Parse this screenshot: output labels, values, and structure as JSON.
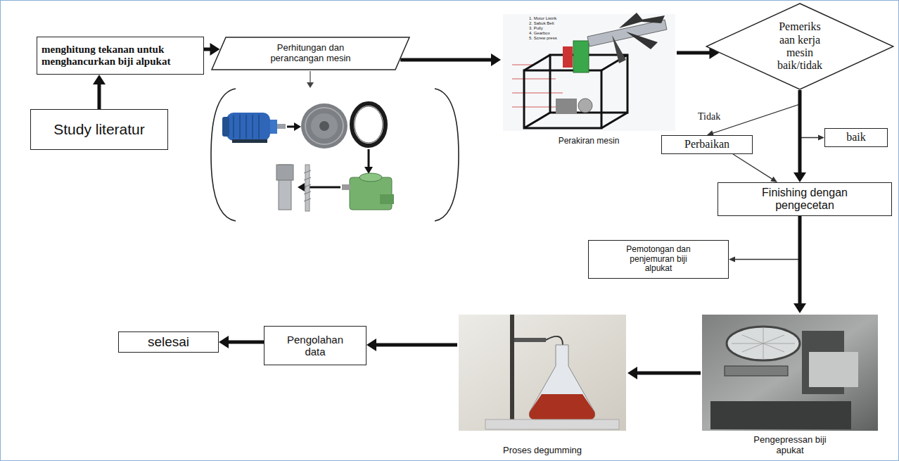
{
  "diagram": {
    "nodes": [
      {
        "text": [
          "menghitung tekanan untuk menghancurkan biji alpukat"
        ]
      },
      {
        "text": [
          "Study literatur"
        ]
      },
      {
        "text": [
          "Perhitungan dan perancangan mesin"
        ]
      },
      {
        "text": [
          "Perakiran mesin"
        ]
      },
      {
        "text": [
          "Pemeriks aan kerja mesin baik/tidak"
        ]
      },
      {
        "text": [
          "Perbaikan"
        ]
      },
      {
        "text": [
          "baik"
        ]
      },
      {
        "text": [
          "Finishing dengan pengecetan"
        ]
      },
      {
        "text": [
          "Pemotongan dan penjemuran biji alpukat"
        ]
      },
      {
        "text": [
          "Pengepressan biji apukat"
        ]
      },
      {
        "text": [
          "Proses degumming"
        ]
      },
      {
        "text": [
          "Pengolahan data"
        ]
      },
      {
        "text": [
          "selesai"
        ]
      }
    ],
    "edges": [
      {
        "from": 1,
        "to": 0,
        "arrow": "to"
      },
      {
        "from": 0,
        "to": 2,
        "arrow": "to"
      },
      {
        "from": 2,
        "to": 3,
        "arrow": "to"
      },
      {
        "from": 3,
        "to": 4,
        "arrow": "to"
      },
      {
        "from": 4,
        "to": 5,
        "label": "Tidak",
        "arrow": "to"
      },
      {
        "from": 4,
        "to": 6,
        "arrow": "to"
      },
      {
        "from": 4,
        "to": 7,
        "arrow": "to"
      },
      {
        "from": 5,
        "to": 7,
        "arrow": "to"
      },
      {
        "from": 7,
        "to": 8,
        "arrow": "to"
      },
      {
        "from": 7,
        "to": 9,
        "arrow": "to"
      },
      {
        "from": 9,
        "to": 10,
        "arrow": "to"
      },
      {
        "from": 10,
        "to": 11,
        "arrow": "to"
      },
      {
        "from": 11,
        "to": 12,
        "arrow": "to"
      }
    ],
    "labels": [
      "1. Motor Listrik",
      "2. Sabuk Belt",
      "3. Pully",
      "4. Gearbox",
      "5. Screw press"
    ]
  }
}
